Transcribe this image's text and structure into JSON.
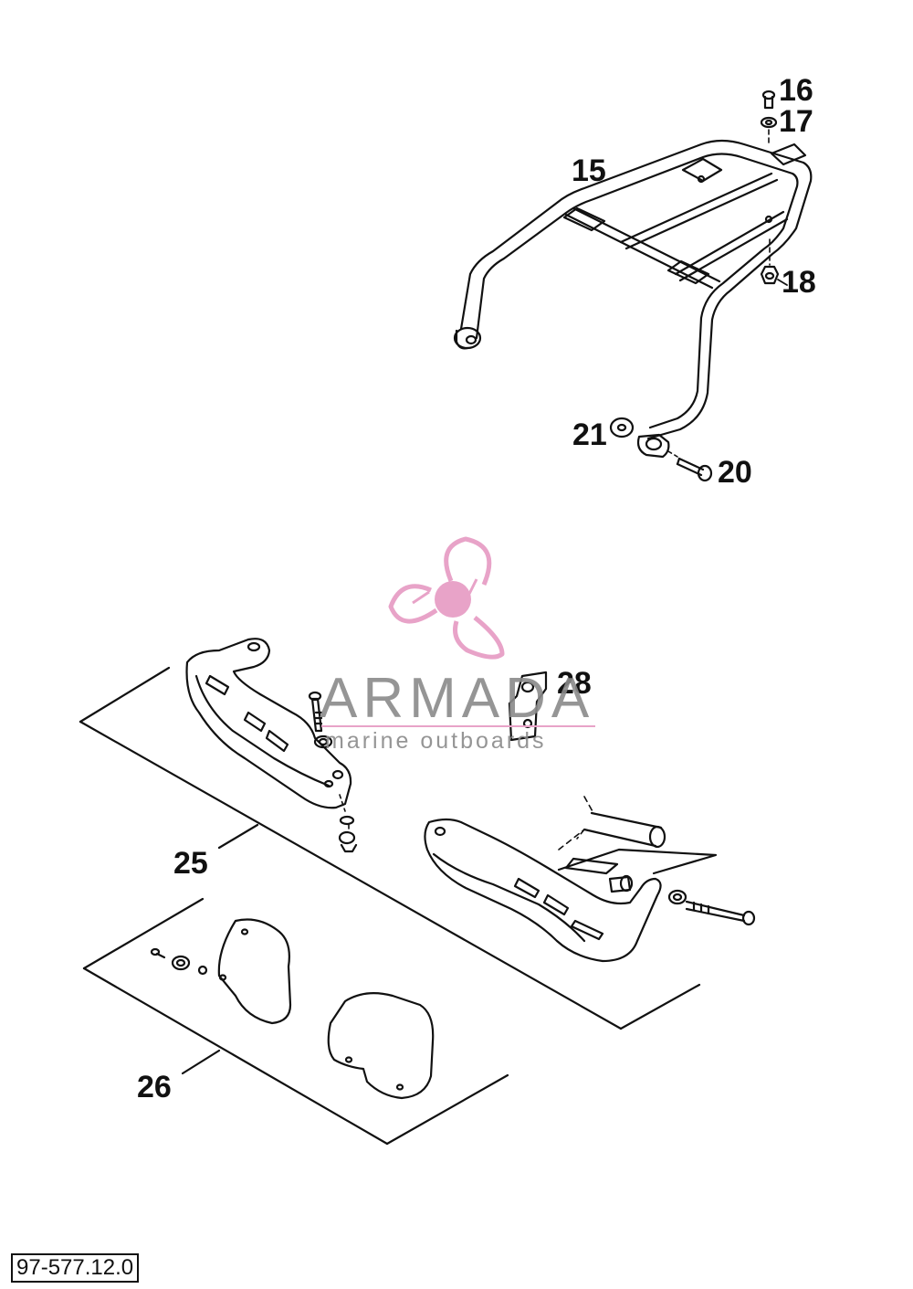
{
  "callouts": {
    "c15": "15",
    "c16": "16",
    "c17": "17",
    "c18": "18",
    "c20": "20",
    "c21": "21",
    "c25": "25",
    "c26": "26",
    "c28": "28"
  },
  "watermark": {
    "name": "ARMADA",
    "tagline": "marine outboards",
    "color": "#e8a3c8"
  },
  "document_number": "97-577.12.0"
}
